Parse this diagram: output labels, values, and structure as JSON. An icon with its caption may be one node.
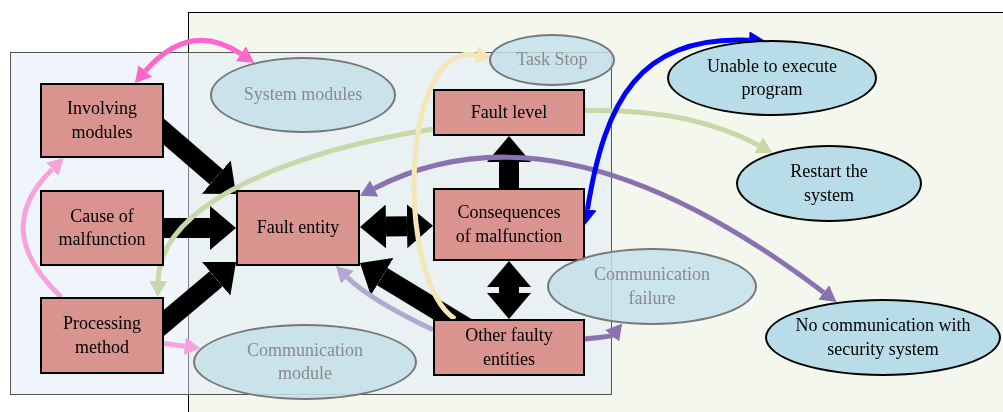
{
  "diagram": {
    "nodes": [
      {
        "text": [
          "Involving modules"
        ]
      },
      {
        "text": [
          "Cause of malfunction"
        ]
      },
      {
        "text": [
          "Processing method"
        ]
      },
      {
        "text": [
          "System modules"
        ]
      },
      {
        "text": [
          "Fault entity"
        ]
      },
      {
        "text": [
          "Task Stop"
        ]
      },
      {
        "text": [
          "Fault level"
        ]
      },
      {
        "text": [
          "Consequences of malfunction"
        ]
      },
      {
        "text": [
          "Communication failure"
        ]
      },
      {
        "text": [
          "Other faulty entities"
        ]
      },
      {
        "text": [
          "Communication module"
        ]
      },
      {
        "text": [
          "Unable to execute program"
        ]
      },
      {
        "text": [
          "Restart the system"
        ]
      },
      {
        "text": [
          "No communication with security system"
        ]
      }
    ],
    "edges": [
      {
        "from": 0,
        "to": 4,
        "arrow": "to",
        "style": "thick"
      },
      {
        "from": 1,
        "to": 4,
        "arrow": "to",
        "style": "thick"
      },
      {
        "from": 2,
        "to": 4,
        "arrow": "to",
        "style": "thick"
      },
      {
        "from": 4,
        "to": 7,
        "arrow": "both",
        "style": "thick"
      },
      {
        "from": 7,
        "to": 6,
        "arrow": "to",
        "style": "thick"
      },
      {
        "from": 7,
        "to": 9,
        "arrow": "both",
        "style": "thick"
      },
      {
        "from": 9,
        "to": 4,
        "arrow": "to",
        "style": "thick"
      },
      {
        "from": 0,
        "to": 3,
        "arrow": "both",
        "color": "#ff66cc"
      },
      {
        "from": 2,
        "to": 0,
        "arrow": "to",
        "color": "#f5a3dd"
      },
      {
        "from": 2,
        "to": 10,
        "arrow": "to",
        "color": "#f5a3dd"
      },
      {
        "from": 6,
        "to": 2,
        "arrow": "to",
        "color": "#c8d8a8"
      },
      {
        "from": 6,
        "to": 12,
        "arrow": "to",
        "color": "#c8d8a8"
      },
      {
        "from": 4,
        "to": 13,
        "arrow": "both",
        "color": "#8a72b0"
      },
      {
        "from": 9,
        "to": 4,
        "arrow": "to",
        "color": "#b3a8d0"
      },
      {
        "from": 9,
        "to": 8,
        "arrow": "to",
        "color": "#8a72b0"
      },
      {
        "from": 9,
        "to": 5,
        "arrow": "to",
        "color": "#f5e6b8"
      },
      {
        "from": 7,
        "to": 11,
        "arrow": "both",
        "color": "#0000ff"
      }
    ]
  }
}
